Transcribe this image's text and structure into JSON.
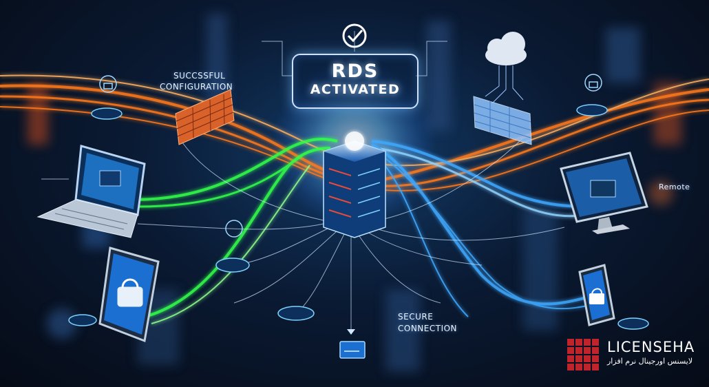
{
  "scene": {
    "title_line1": "RDS",
    "title_line2": "ACTIVATED",
    "label_configuration_line1": "SUCCSSFUL",
    "label_configuration_line2": "CONFIGURATION",
    "label_remote": "Remote",
    "label_secure_line1": "SECURE",
    "label_secure_line2": "CONNECTION"
  },
  "logo": {
    "wordmark": "LICENSEHA",
    "tagline": "لایسنس اورجینال نرم افزار",
    "color": "#c0242b"
  },
  "colors": {
    "orange_stream": "#ff7a1a",
    "green_stream": "#33ff4a",
    "blue_stream": "#3fa9ff",
    "brick": "#d9622b",
    "background": "#07101f"
  },
  "icons": [
    "check-icon",
    "cloud-icon",
    "lock-icon",
    "firewall-icon",
    "server-tower-icon",
    "laptop-icon",
    "tablet-icon",
    "monitor-icon",
    "smartphone-icon",
    "card-icon"
  ]
}
